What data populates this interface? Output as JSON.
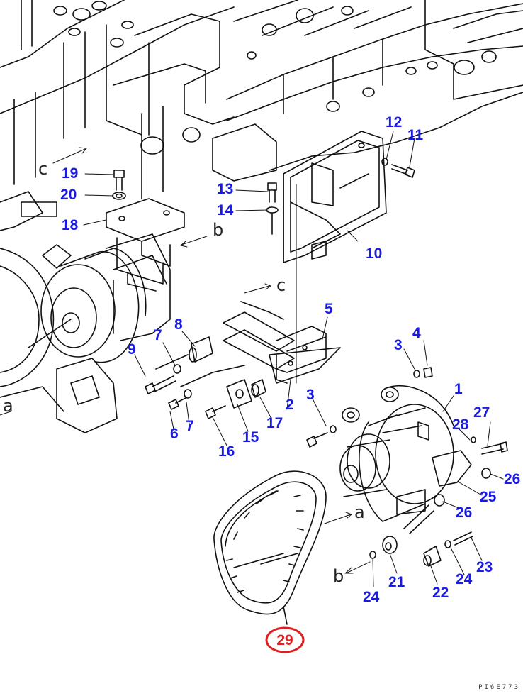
{
  "diagram": {
    "callouts": [
      "1",
      "2",
      "3",
      "3",
      "4",
      "5",
      "6",
      "7",
      "7",
      "8",
      "9",
      "10",
      "11",
      "12",
      "13",
      "14",
      "15",
      "16",
      "17",
      "18",
      "19",
      "20",
      "21",
      "22",
      "23",
      "24",
      "24",
      "25",
      "26",
      "26",
      "27",
      "28"
    ],
    "highlighted": {
      "label": "29",
      "color": "#e02020"
    },
    "reference_letters": [
      "a",
      "a",
      "b",
      "b",
      "c",
      "c"
    ],
    "drawing_code": "PI6E773",
    "colors": {
      "callout": "#1a1ae6",
      "line": "#111111"
    }
  }
}
